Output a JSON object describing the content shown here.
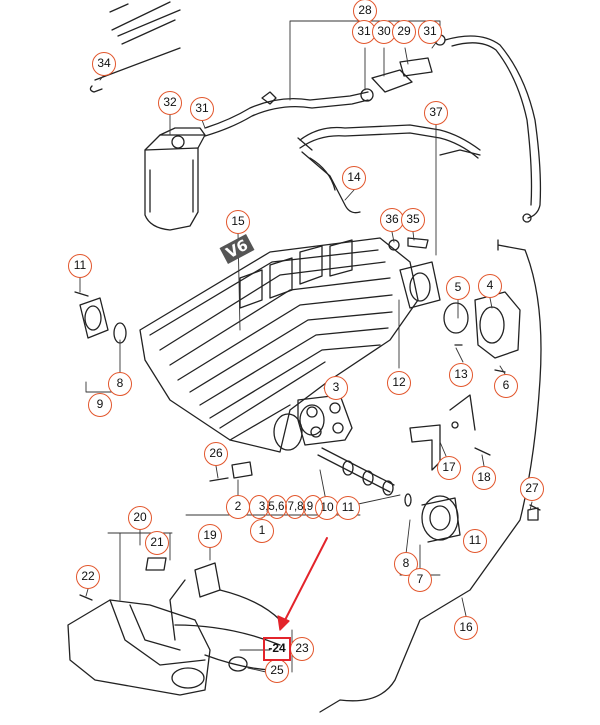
{
  "diagram": {
    "engine_badge": "V6",
    "callouts": [
      {
        "id": "c28",
        "label": "28"
      },
      {
        "id": "c31a",
        "label": "31"
      },
      {
        "id": "c30",
        "label": "30"
      },
      {
        "id": "c29",
        "label": "29"
      },
      {
        "id": "c31b",
        "label": "31"
      },
      {
        "id": "c34",
        "label": "34"
      },
      {
        "id": "c32",
        "label": "32"
      },
      {
        "id": "c31c",
        "label": "31"
      },
      {
        "id": "c37",
        "label": "37"
      },
      {
        "id": "c14",
        "label": "14"
      },
      {
        "id": "c15",
        "label": "15"
      },
      {
        "id": "c36",
        "label": "36"
      },
      {
        "id": "c35",
        "label": "35"
      },
      {
        "id": "c11a",
        "label": "11"
      },
      {
        "id": "c5",
        "label": "5"
      },
      {
        "id": "c4",
        "label": "4"
      },
      {
        "id": "c8a",
        "label": "8"
      },
      {
        "id": "c9",
        "label": "9"
      },
      {
        "id": "c12",
        "label": "12"
      },
      {
        "id": "c13",
        "label": "13"
      },
      {
        "id": "c6",
        "label": "6"
      },
      {
        "id": "c3",
        "label": "3"
      },
      {
        "id": "c26",
        "label": "26"
      },
      {
        "id": "c17",
        "label": "17"
      },
      {
        "id": "c18",
        "label": "18"
      },
      {
        "id": "c27",
        "label": "27"
      },
      {
        "id": "c2",
        "label": "2"
      },
      {
        "id": "c10",
        "label": "10"
      },
      {
        "id": "c11b",
        "label": "11"
      },
      {
        "id": "c1",
        "label": "1"
      },
      {
        "id": "c20",
        "label": "20"
      },
      {
        "id": "c21",
        "label": "21"
      },
      {
        "id": "c19",
        "label": "19"
      },
      {
        "id": "c11c",
        "label": "11"
      },
      {
        "id": "c8b",
        "label": "8"
      },
      {
        "id": "c7",
        "label": "7"
      },
      {
        "id": "c22",
        "label": "22"
      },
      {
        "id": "c16",
        "label": "16"
      },
      {
        "id": "c23",
        "label": "23"
      },
      {
        "id": "c25",
        "label": "25"
      }
    ],
    "group_label": "3,5,6,7,8,9",
    "highlighted_label": "-24"
  }
}
